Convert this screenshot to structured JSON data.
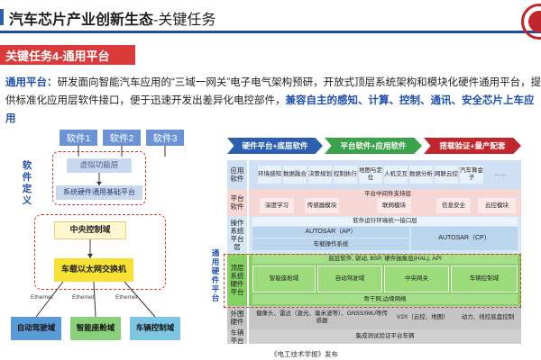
{
  "header": {
    "title_main": "汽车芯片产业创新生态",
    "title_sub": "-关键任务"
  },
  "section_tag": "关键任务4-通用平台",
  "intro": {
    "lead": "通用平台：",
    "text1": "研发面向智能汽车应用的“三域一网关”电子电气架构预研，开放式顶层系统架构和模块化硬件通用平台，提供标准化应用层软件接口，便于迅速开发出差异化电控部件，",
    "highlight": "兼容自主的感知、计算、控制、通讯、安全芯片上车应用"
  },
  "left_diagram": {
    "software_boxes": [
      "软件1",
      "软件2",
      "软件3"
    ],
    "software_definition_label": "软件定义",
    "virtualization_layer": "虚拟功能层",
    "hardware_platform": "系统硬件通用基础平台",
    "central_control": "中央控制域",
    "gateway": "车载以太网交换机",
    "ethernet_labels": [
      "Ethernet",
      "Ethernet",
      "Ethernet"
    ],
    "domains": [
      "自动驾驶域",
      "智能座舱域",
      "车辆控制域"
    ],
    "domain_colors": [
      "#5b9bd5",
      "#8ad07a",
      "#7cc6e4"
    ]
  },
  "right_diagram": {
    "phases": [
      "硬件平台+底层软件",
      "平台软件+应用软件",
      "搭载验证+量产配套"
    ],
    "phase_colors": [
      "#2d5fb0",
      "#3aa24a",
      "#c0262b"
    ],
    "universal_platform_label": "通用硬件平台",
    "rows": {
      "app": {
        "label": "应用软件",
        "modules": [
          "环境感知",
          "数据融合",
          "决策规划",
          "控制执行",
          "地图与定位",
          "人机交互",
          "数据分析",
          "网联云控",
          "汽车算金子",
          "……"
        ]
      },
      "platform": {
        "label": "平台软件",
        "header": "平台中间件支持层",
        "modules": [
          "深度学习",
          "传感器模块",
          "联网模块",
          "信息安全",
          "云控模块"
        ]
      },
      "os": {
        "label": "操作系统平台层",
        "header": "软件运行环境统一接口层",
        "autosar_ap": "AUTOSAR（AP）",
        "autosar_cp": "AUTOSAR（CP）",
        "os_kernel": "车载操作系统"
      },
      "low": {
        "label": "顶层系统硬件平台",
        "header": "底层软件, 驱动, BSP, 硬件抽象层(HAL), API",
        "modules": [
          "智能座舱域",
          "自动驾驶域",
          "中央网关",
          "车辆控制域"
        ],
        "network": "骨干网,边缘网络"
      },
      "ext": {
        "label": "外围硬件",
        "sensors": "摄像头、雷达（激光、毫米波等）、GNSS/IMU等传感器",
        "v2x": "V2X（云控、地图）",
        "power": "动力、线控底盘控制"
      },
      "vehicle": {
        "label": "车辆平台",
        "text": "集成测试验证平台车辆"
      }
    }
  },
  "caption": "《电工技术学报》发布"
}
